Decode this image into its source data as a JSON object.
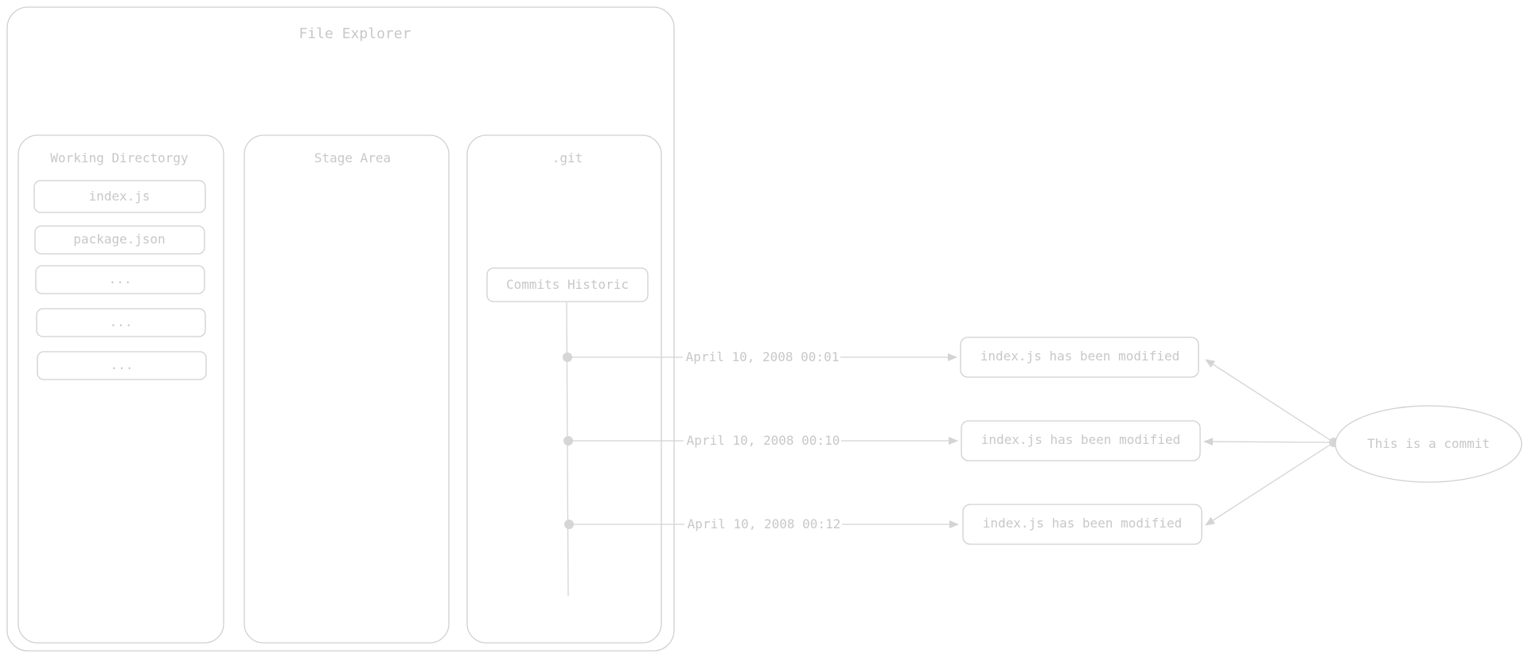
{
  "file_explorer": {
    "title": "File Explorer"
  },
  "working_directory": {
    "title": "Working Directorgy",
    "files": [
      "index.js",
      "package.json",
      "...",
      "...",
      "..."
    ]
  },
  "stage_area": {
    "title": "Stage Area"
  },
  "git": {
    "title": ".git",
    "commits_historic": "Commits Historic",
    "commits": [
      {
        "timestamp": "April 10, 2008 00:01",
        "message": "index.js has been modified"
      },
      {
        "timestamp": "April 10, 2008 00:10",
        "message": "index.js has been modified"
      },
      {
        "timestamp": "April 10, 2008 00:12",
        "message": "index.js has been modified"
      }
    ]
  },
  "annotation": {
    "label": "This is a commit"
  },
  "colors": {
    "stroke": "#d0d0d0",
    "text": "#c8c8c8",
    "background": "#ffffff"
  }
}
